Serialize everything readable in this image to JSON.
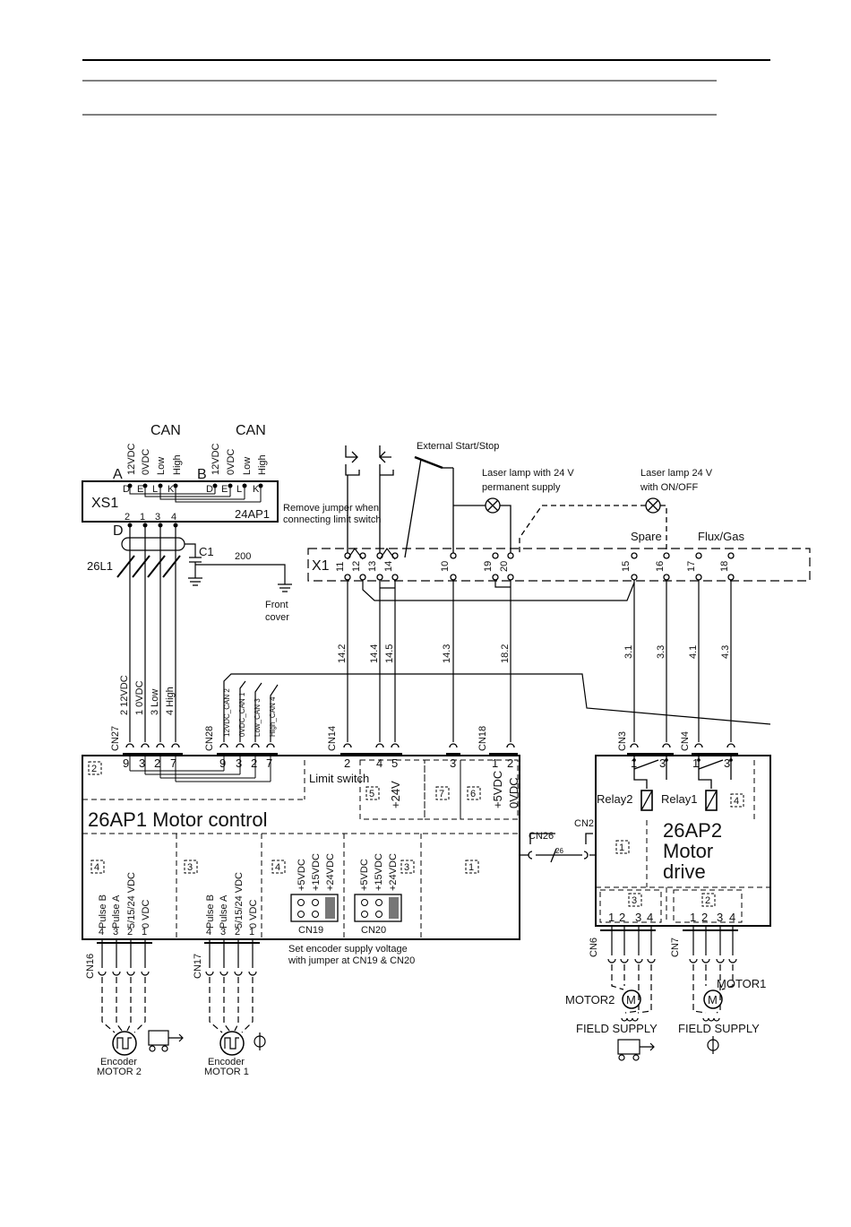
{
  "can_left": "CAN",
  "can_right": "CAN",
  "xs1_pins": [
    "12VDC",
    "0VDC",
    "Low",
    "High"
  ],
  "xs1": {
    "A": "A",
    "B": "B",
    "name": "XS1",
    "board": "24AP1",
    "D": "D",
    "letters_a": [
      "D",
      "E",
      "L",
      "K"
    ],
    "letters_b": [
      "D",
      "E",
      "L",
      "K"
    ],
    "nums": [
      "2",
      "1",
      "3",
      "4"
    ]
  },
  "remove_jumper": [
    "Remove jumper when",
    "connecting limit switch"
  ],
  "ext_start": "External Start/Stop",
  "laser1": [
    "Laser lamp with 24 V",
    "permanent supply"
  ],
  "laser2": [
    "Laser lamp 24 V",
    "with ON/OFF"
  ],
  "spare": "Spare",
  "flux": "Flux/Gas",
  "x1": "X1",
  "x1_terms": [
    "11",
    "12",
    "13",
    "14",
    "10",
    "19",
    "20",
    "15",
    "16",
    "17",
    "18"
  ],
  "l1": "26L1",
  "c1": "C1",
  "wire200": "200",
  "front_cover": [
    "Front",
    "cover"
  ],
  "wire_nums": [
    "14.2",
    "14.4",
    "14.5",
    "14.3",
    "18.2",
    "3.1",
    "3.3",
    "4.1",
    "4.3"
  ],
  "cn27_wires": [
    "2  12VDC",
    "1  0VDC",
    "3  Low",
    "4  High"
  ],
  "cn28_wires": [
    "12VDC_CAN 2",
    "0VDC_CAN 1",
    "Low_CAN 3",
    "High_CAN 4"
  ],
  "connectors": {
    "cn27": "CN27",
    "cn28": "CN28",
    "cn14": "CN14",
    "cn18": "CN18",
    "cn3": "CN3",
    "cn4": "CN4",
    "cn26": "CN26",
    "cn2": "CN2",
    "cn16": "CN16",
    "cn17": "CN17",
    "cn19": "CN19",
    "cn20": "CN20",
    "cn6": "CN6",
    "cn7": "CN7"
  },
  "cn27_pins": [
    "9",
    "3",
    "2",
    "7"
  ],
  "cn28_pins": [
    "9",
    "3",
    "2",
    "7"
  ],
  "cn14_pins": [
    "2",
    "4",
    "5"
  ],
  "cn_mid_pin": "3",
  "cn18_pins": [
    "1",
    "2"
  ],
  "relay_pins": [
    "1",
    "3",
    "1",
    "3"
  ],
  "motor_control": {
    "title": "26AP1 Motor control",
    "limit_switch": "Limit switch",
    "plus24": "+24V",
    "plus5": "+5VDC",
    "zero": "0VDC",
    "boxes": [
      "2",
      "5",
      "7",
      "6",
      "4",
      "3",
      "4",
      "3",
      "1"
    ],
    "enc_labels": [
      "Pulse B",
      "Pulse A",
      "5/15/24 VDC",
      "0 VDC"
    ],
    "enc_nums": [
      "4",
      "3",
      "2",
      "1"
    ],
    "volt_labels": [
      "+5VDC",
      "+15VDC",
      "+24VDC"
    ],
    "jumper_note": [
      "Set encoder supply voltage",
      "with jumper  at CN19 & CN20"
    ]
  },
  "motor_drive": {
    "title": [
      "26AP2",
      "Motor",
      "drive"
    ],
    "relay2": "Relay2",
    "relay1": "Relay1",
    "boxes": [
      "4",
      "1",
      "3",
      "2"
    ],
    "pins": [
      "1",
      "2",
      "3",
      "4"
    ],
    "motor2": "MOTOR2",
    "motor1": "MOTOR1",
    "m": "M",
    "field_supply": "FIELD SUPPLY"
  },
  "cable26": "26",
  "encoder2": [
    "Encoder",
    "MOTOR 2"
  ],
  "encoder1": [
    "Encoder",
    "MOTOR 1"
  ]
}
